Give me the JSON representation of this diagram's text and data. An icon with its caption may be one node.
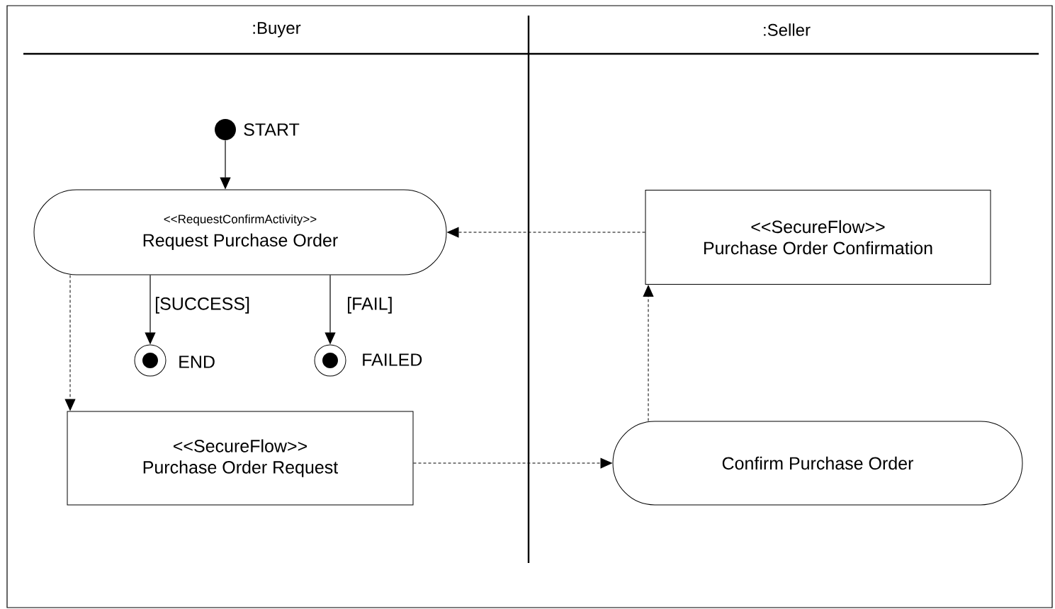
{
  "diagram": {
    "nodes": [
      {
        "text": [],
        "shape": "circle",
        "beside": [
          "START"
        ]
      },
      {
        "text": [
          "<<RequestConfirmActivity>>",
          "Request Purchase Order"
        ]
      },
      {
        "text": [],
        "shape": "circle",
        "beside": [
          "END"
        ]
      },
      {
        "text": [],
        "shape": "circle",
        "beside": [
          "FAILED"
        ]
      },
      {
        "text": [
          "<<SecureFlow>>",
          "Purchase Order Request"
        ]
      },
      {
        "text": [
          "Confirm Purchase Order"
        ]
      },
      {
        "text": [
          "<<SecureFlow>>",
          "Purchase Order Confirmation"
        ]
      }
    ],
    "edges": [
      {
        "from": 0,
        "to": 1,
        "arrow": "to"
      },
      {
        "from": 1,
        "to": 2,
        "arrow": "to",
        "label": "[SUCCESS]"
      },
      {
        "from": 1,
        "to": 3,
        "arrow": "to",
        "label": "[FAIL]"
      },
      {
        "from": 1,
        "to": 4,
        "arrow": "to",
        "style": "dashed"
      },
      {
        "from": 4,
        "to": 5,
        "arrow": "to",
        "style": "dashed"
      },
      {
        "from": 5,
        "to": 6,
        "arrow": "to",
        "style": "dashed"
      },
      {
        "from": 6,
        "to": 1,
        "arrow": "to",
        "style": "dashed"
      }
    ],
    "labels": [
      ":Buyer",
      ":Seller"
    ]
  }
}
